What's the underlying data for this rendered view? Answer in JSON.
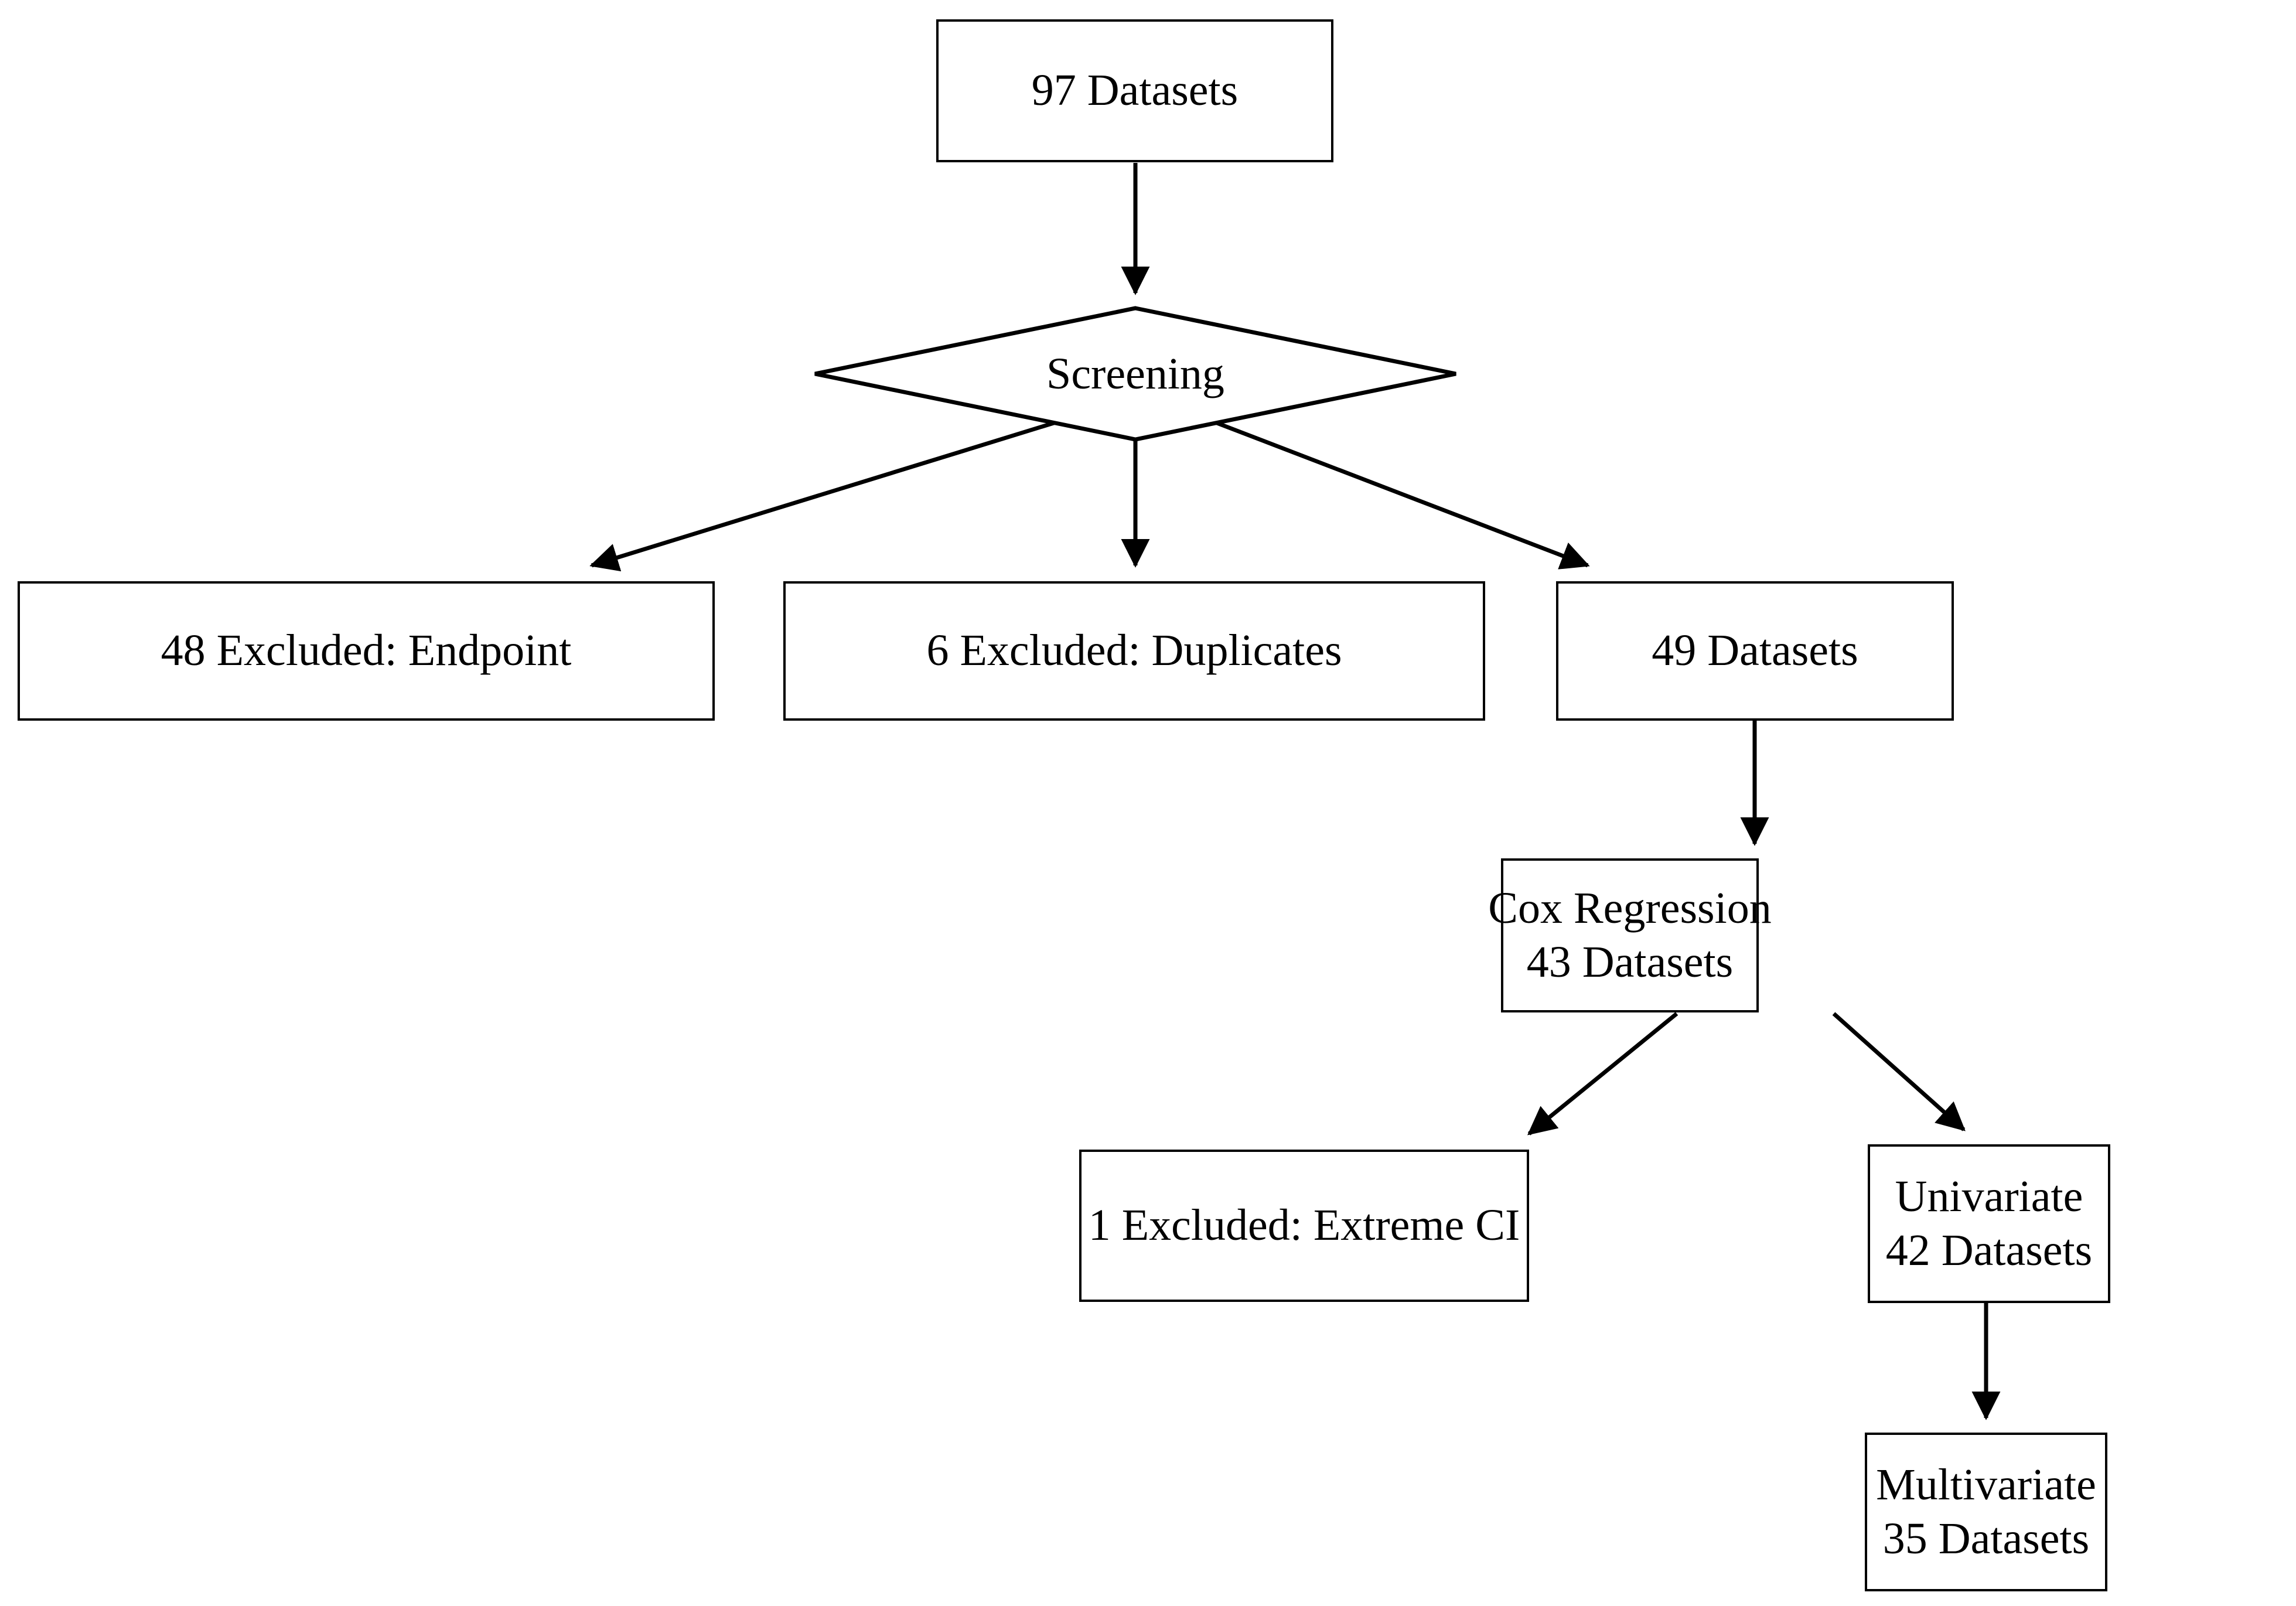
{
  "diagram": {
    "title": "Dataset Screening Flowchart",
    "type": "flowchart",
    "background_color": "#ffffff",
    "stroke_color": "#000000",
    "text_color": "#000000"
  },
  "nodes": {
    "start": {
      "shape": "box",
      "label": "97 Datasets",
      "count": 97
    },
    "screening": {
      "shape": "diamond",
      "label": "Screening"
    },
    "excluded_endpoint": {
      "shape": "box",
      "label": "48 Excluded: Endpoint",
      "count": 48
    },
    "excluded_duplicates": {
      "shape": "box",
      "label": "6 Excluded: Duplicates",
      "count": 6
    },
    "remaining": {
      "shape": "box",
      "label": "49 Datasets",
      "count": 49
    },
    "cox": {
      "shape": "box",
      "line1": "Cox Regression",
      "line2": "43 Datasets",
      "count": 43
    },
    "excluded_extreme_ci": {
      "shape": "box",
      "label": "1 Excluded: Extreme CI",
      "count": 1
    },
    "univariate": {
      "shape": "box",
      "line1": "Univariate",
      "line2": "42 Datasets",
      "count": 42
    },
    "multivariate": {
      "shape": "box",
      "line1": "Multivariate",
      "line2": "35 Datasets",
      "count": 35
    }
  },
  "edges": [
    {
      "from": "start",
      "to": "screening"
    },
    {
      "from": "screening",
      "to": "excluded_endpoint"
    },
    {
      "from": "screening",
      "to": "excluded_duplicates"
    },
    {
      "from": "screening",
      "to": "remaining"
    },
    {
      "from": "remaining",
      "to": "cox"
    },
    {
      "from": "cox",
      "to": "excluded_extreme_ci"
    },
    {
      "from": "cox",
      "to": "univariate"
    },
    {
      "from": "univariate",
      "to": "multivariate"
    }
  ]
}
